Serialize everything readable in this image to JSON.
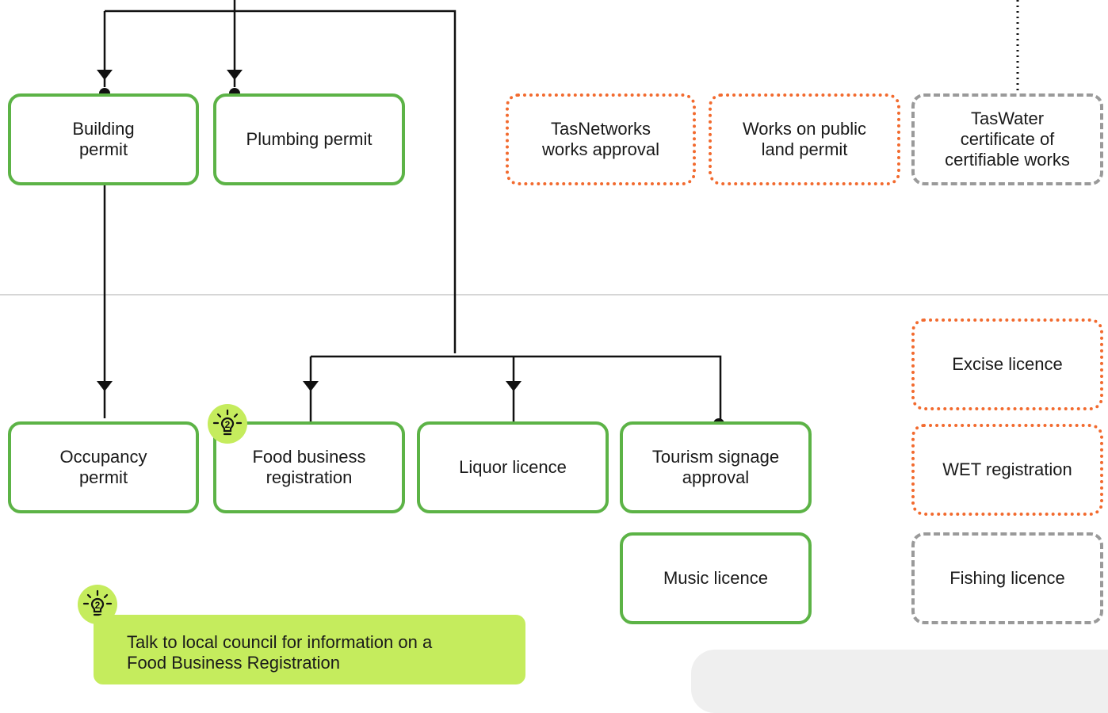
{
  "boxes": {
    "building_permit": "Building\npermit",
    "plumbing_permit": "Plumbing permit",
    "tasnetworks": "TasNetworks\nworks approval",
    "public_land": "Works on public\nland permit",
    "taswater": "TasWater\ncertificate of\ncertifiable works",
    "occupancy_permit": "Occupancy\npermit",
    "food_business": "Food business\nregistration",
    "liquor_licence": "Liquor licence",
    "tourism_signage": "Tourism signage\napproval",
    "music_licence": "Music licence",
    "excise_licence": "Excise licence",
    "wet_registration": "WET registration",
    "fishing_licence": "Fishing licence"
  },
  "tip": {
    "number": "2",
    "text": "Talk to local council for information on a\nFood Business Registration"
  },
  "colors": {
    "green": "#5cb346",
    "orange": "#f26a2e",
    "grey": "#9a9a9a",
    "tip": "#c5ec5d"
  },
  "icon": "lightbulb-icon"
}
